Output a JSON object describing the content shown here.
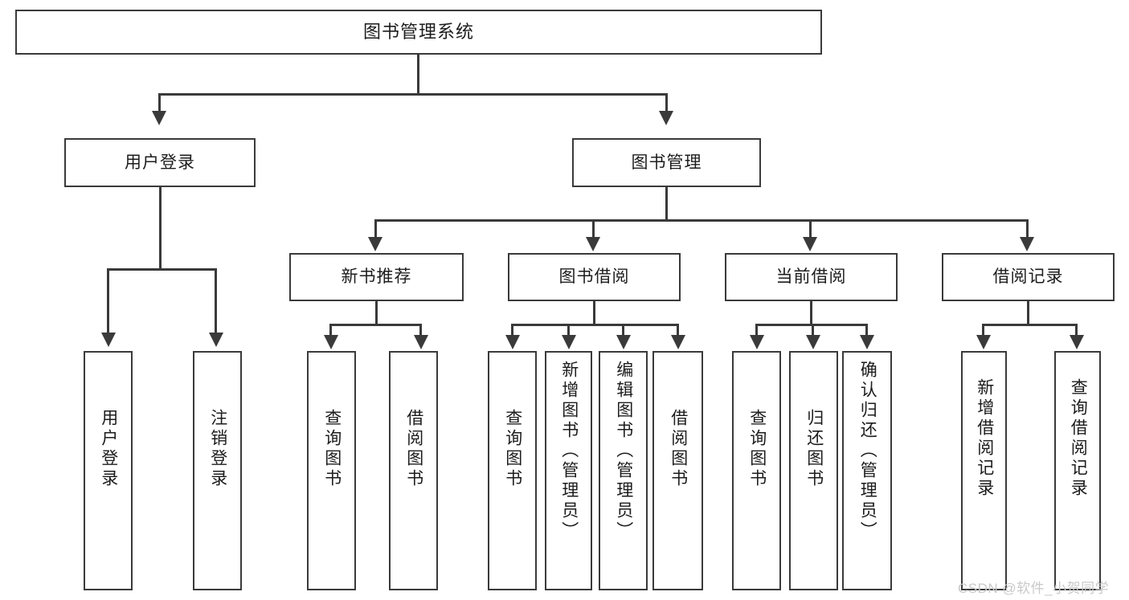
{
  "diagram": {
    "type": "tree-hierarchy",
    "title": "图书管理系统",
    "watermark": "CSDN @软件_小贺同学",
    "colors": {
      "box_border": "#3a3a3a",
      "box_fill": "#ffffff",
      "text": "#1c1c1c",
      "connector": "#3a3a3a",
      "watermark": "#c9c9c9",
      "background": "#ffffff"
    },
    "root": {
      "label": "图书管理系统"
    },
    "level2": [
      {
        "id": "user-login",
        "label": "用户登录"
      },
      {
        "id": "book-manage",
        "label": "图书管理"
      }
    ],
    "level3": [
      {
        "id": "new-book-recommend",
        "label": "新书推荐",
        "parent": "book-manage"
      },
      {
        "id": "book-borrow",
        "label": "图书借阅",
        "parent": "book-manage"
      },
      {
        "id": "current-borrow",
        "label": "当前借阅",
        "parent": "book-manage"
      },
      {
        "id": "borrow-record",
        "label": "借阅记录",
        "parent": "book-manage"
      }
    ],
    "leaves": [
      {
        "id": "leaf-user-login",
        "label": "用户登录",
        "parent": "user-login"
      },
      {
        "id": "leaf-logout",
        "label": "注销登录",
        "parent": "user-login"
      },
      {
        "id": "leaf-query-book-1",
        "label": "查询图书",
        "parent": "new-book-recommend"
      },
      {
        "id": "leaf-borrow-book-1",
        "label": "借阅图书",
        "parent": "new-book-recommend"
      },
      {
        "id": "leaf-query-book-2",
        "label": "查询图书",
        "parent": "book-borrow"
      },
      {
        "id": "leaf-add-book",
        "label": "新增图书（管理员）",
        "parent": "book-borrow"
      },
      {
        "id": "leaf-edit-book",
        "label": "编辑图书（管理员）",
        "parent": "book-borrow"
      },
      {
        "id": "leaf-borrow-book-2",
        "label": "借阅图书",
        "parent": "book-borrow"
      },
      {
        "id": "leaf-query-book-3",
        "label": "查询图书",
        "parent": "current-borrow"
      },
      {
        "id": "leaf-return-book",
        "label": "归还图书",
        "parent": "current-borrow"
      },
      {
        "id": "leaf-confirm-return",
        "label": "确认归还（管理员）",
        "parent": "current-borrow"
      },
      {
        "id": "leaf-add-record",
        "label": "新增借阅记录",
        "parent": "borrow-record"
      },
      {
        "id": "leaf-query-record",
        "label": "查询借阅记录",
        "parent": "borrow-record"
      }
    ]
  }
}
